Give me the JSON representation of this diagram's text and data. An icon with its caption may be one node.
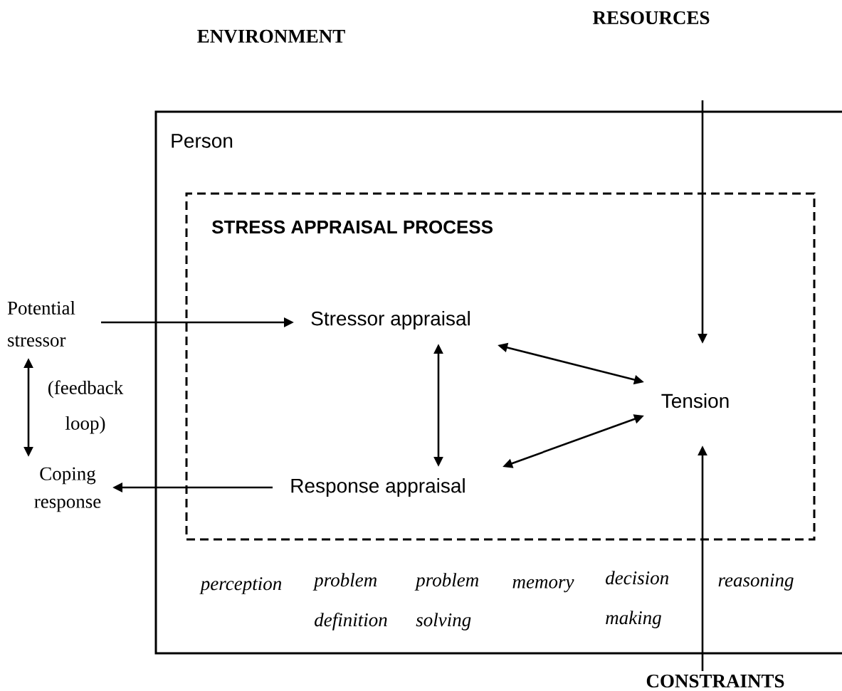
{
  "diagram": {
    "nodes": [
      {
        "text": [
          "Person"
        ]
      },
      {
        "text": [
          "STRESS APPRAISAL PROCESS"
        ],
        "in": 0
      },
      {
        "text": [
          "Stressor appraisal"
        ],
        "in": 1
      },
      {
        "text": [
          "Response appraisal"
        ],
        "in": 1
      },
      {
        "text": [
          "Tension"
        ],
        "in": 1
      },
      {
        "text": [
          "Potential stressor"
        ]
      },
      {
        "text": [
          "Coping response"
        ]
      },
      {
        "text": [
          "CONSTRAINTS"
        ]
      }
    ],
    "edges": [
      {
        "from": 5,
        "to": 2,
        "arrow": "to"
      },
      {
        "from": 2,
        "to": 3,
        "arrow": "both"
      },
      {
        "from": 2,
        "to": 4,
        "arrow": "both"
      },
      {
        "from": 3,
        "to": 4,
        "arrow": "both"
      },
      {
        "from": 3,
        "to": 6,
        "arrow": "to"
      },
      {
        "from": 5,
        "to": 6,
        "arrow": "both",
        "label": "(feedback loop)"
      },
      {
        "from": null,
        "to": 4,
        "arrow": "to"
      },
      {
        "from": 7,
        "to": 4,
        "arrow": "to"
      }
    ],
    "labels": [
      "RESOURCES",
      "ENVIRONMENT",
      "perception",
      "problem definition",
      "problem solving",
      "memory",
      "decision making",
      "reasoning"
    ]
  }
}
